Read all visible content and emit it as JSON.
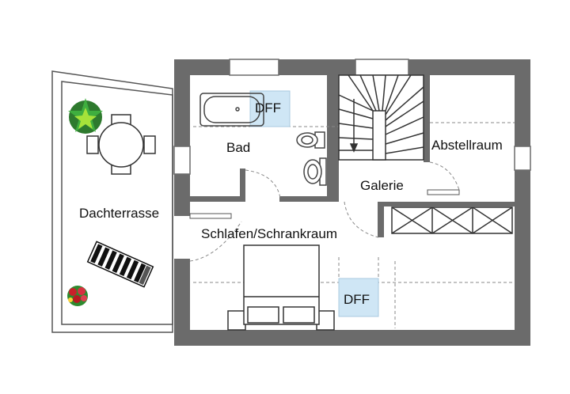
{
  "rooms": {
    "dachterrasse": "Dachterrasse",
    "bad": "Bad",
    "abstellraum": "Abstellraum",
    "galerie": "Galerie",
    "schlafen": "Schlafen/Schrankraum"
  },
  "windows": {
    "bad": "DFF",
    "schlafen": "DFF"
  },
  "colors": {
    "wall": "#6b6b6b",
    "skylight": "#cfe6f5",
    "plant_green": "#2e9a2e",
    "plant_red": "#c8202a"
  }
}
